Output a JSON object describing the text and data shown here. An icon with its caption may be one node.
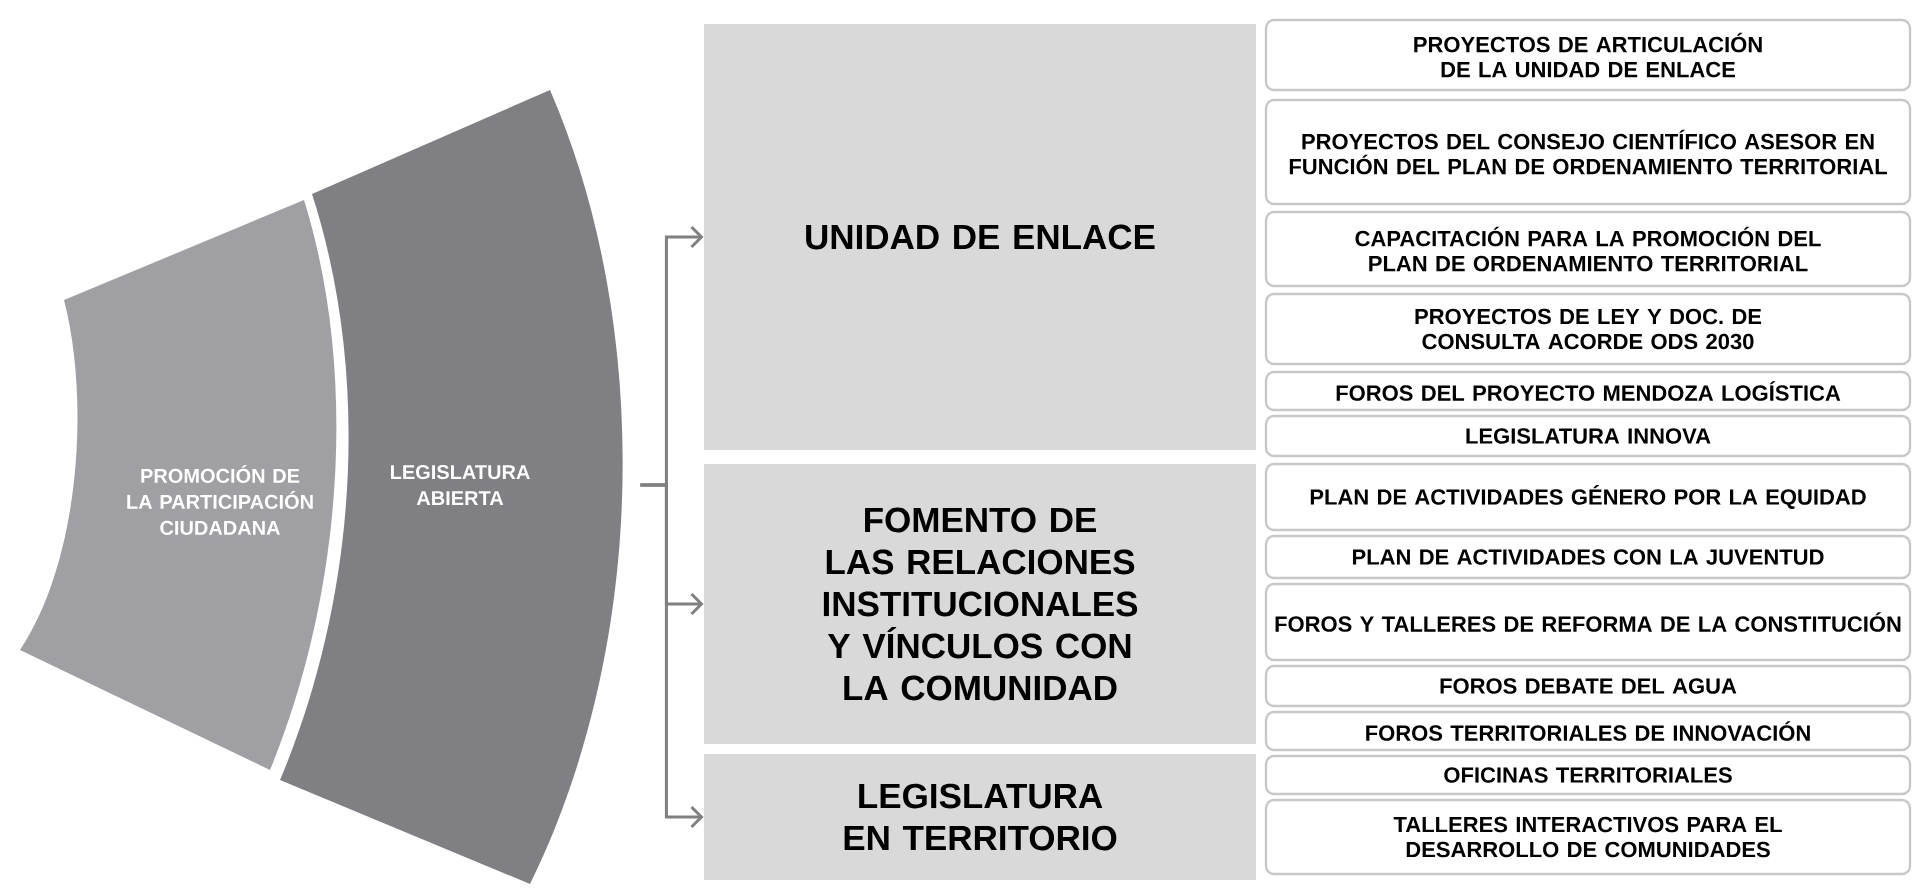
{
  "diagram": {
    "nodes": [
      {
        "text": [
          "PROMOCIÓN DE LA PARTICIPACIÓN CIUDADANA"
        ]
      },
      {
        "text": [
          "LEGISLATURA ABIERTA"
        ]
      },
      {
        "text": [
          "UNIDAD DE ENLACE"
        ]
      },
      {
        "text": [
          "FOMENTO DE LAS RELACIONES INSTITUCIONALES Y VÍNCULOS CON LA COMUNIDAD"
        ]
      },
      {
        "text": [
          "LEGISLATURA EN TERRITORIO"
        ]
      },
      {
        "text": [
          "PROYECTOS DE ARTICULACIÓN DE LA UNIDAD DE ENLACE"
        ]
      },
      {
        "text": [
          "PROYECTOS DEL CONSEJO CIENTÍFICO ASESOR EN FUNCIÓN DEL PLAN DE ORDENAMIENTO TERRITORIAL"
        ]
      },
      {
        "text": [
          "CAPACITACIÓN PARA LA PROMOCIÓN DEL PLAN DE ORDENAMIENTO TERRITORIAL"
        ]
      },
      {
        "text": [
          "PROYECTOS DE LEY Y DOC. DE CONSULTA ACORDE ODS 2030"
        ]
      },
      {
        "text": [
          "FOROS DEL PROYECTO MENDOZA LOGÍSTICA"
        ]
      },
      {
        "text": [
          "LEGISLATURA INNOVA"
        ]
      },
      {
        "text": [
          "PLAN DE ACTIVIDADES GÉNERO POR LA EQUIDAD"
        ]
      },
      {
        "text": [
          "PLAN DE ACTIVIDADES CON LA JUVENTUD"
        ]
      },
      {
        "text": [
          "FOROS Y TALLERES DE REFORMA DE LA CONSTITUCIÓN"
        ]
      },
      {
        "text": [
          "FOROS DEBATE DEL AGUA"
        ]
      },
      {
        "text": [
          "FOROS TERRITORIALES DE INNOVACIÓN"
        ]
      },
      {
        "text": [
          "OFICINAS TERRITORIALES"
        ]
      },
      {
        "text": [
          "TALLERES INTERACTIVOS PARA EL DESARROLLO DE COMUNIDADES"
        ]
      }
    ],
    "edges": [
      {
        "from": 1,
        "to": 2,
        "arrow": "to"
      },
      {
        "from": 1,
        "to": 3,
        "arrow": "to"
      },
      {
        "from": 1,
        "to": 4,
        "arrow": "to"
      }
    ]
  }
}
